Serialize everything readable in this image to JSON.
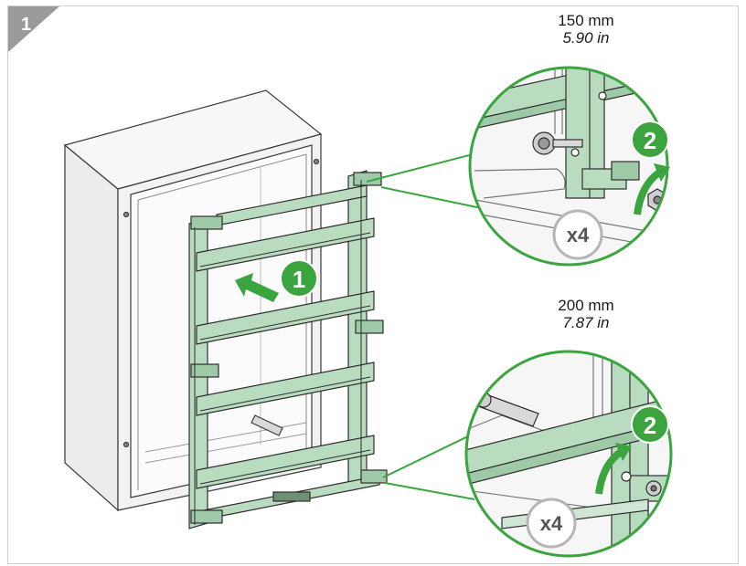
{
  "figure": {
    "step_number": "1",
    "callouts": [
      {
        "label": "1"
      },
      {
        "label": "2"
      },
      {
        "label": "2"
      }
    ],
    "quantities": [
      "x4",
      "x4"
    ],
    "dimensions": {
      "top": {
        "mm": "150 mm",
        "in": "5.90 in"
      },
      "bottom": {
        "mm": "200 mm",
        "in": "7.87 in"
      }
    },
    "colors": {
      "frame_green": "#b9dcc0",
      "frame_stroke": "#2e2e2e",
      "badge_green": "#3aa53e",
      "detail_ring": "#3aa53e",
      "enclosure_fill": "#f4f4f4",
      "corner_gray": "#9a9a9a"
    }
  }
}
